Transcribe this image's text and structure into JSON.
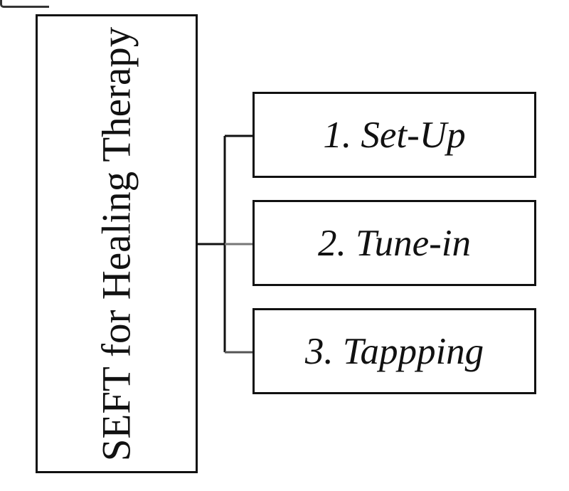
{
  "diagram": {
    "main": {
      "label": "SEFT for Healing Therapy"
    },
    "steps": [
      {
        "label": "1. Set-Up"
      },
      {
        "label": "2. Tune-in"
      },
      {
        "label": "3. Tappping"
      }
    ]
  }
}
